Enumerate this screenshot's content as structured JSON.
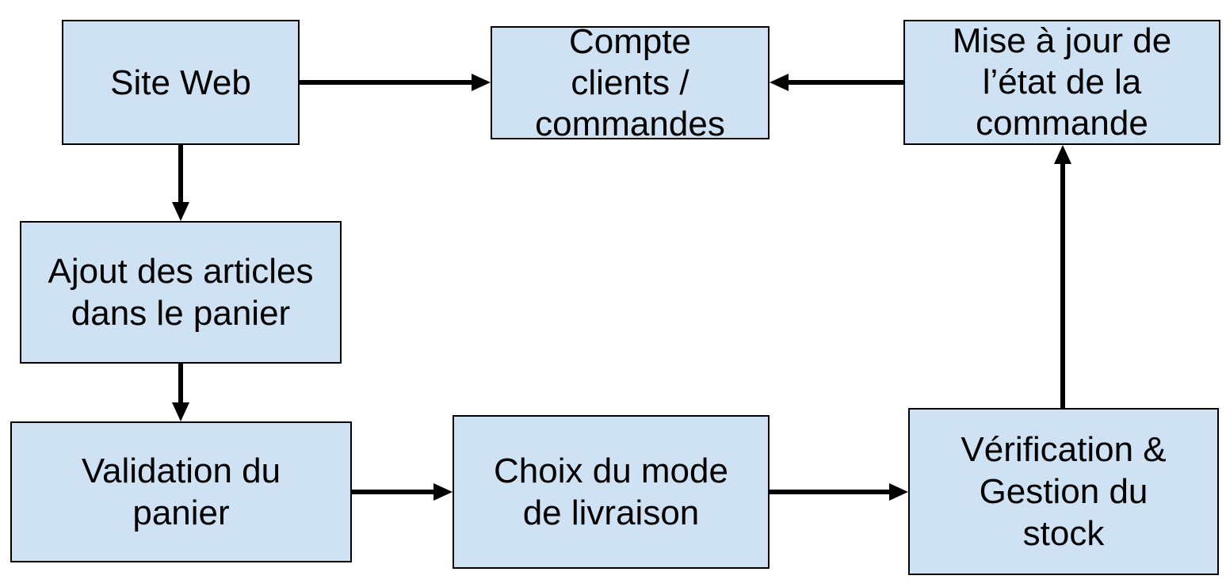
{
  "colors": {
    "box_fill": "#cfe2f3",
    "box_border": "#000000",
    "arrow": "#000000",
    "text": "#000000",
    "background": "#ffffff"
  },
  "nodes": {
    "site_web": {
      "label": "Site Web"
    },
    "compte": {
      "label": "Compte\nclients /\ncommandes"
    },
    "mise_a_jour": {
      "label": "Mise à jour de\nl’état de la\ncommande"
    },
    "ajout": {
      "label": "Ajout des articles\ndans le panier"
    },
    "validation": {
      "label": "Validation du\npanier"
    },
    "choix": {
      "label": "Choix du mode\nde livraison"
    },
    "verification": {
      "label": "Vérification &\nGestion du\nstock"
    }
  },
  "edges": [
    {
      "from": "site_web",
      "to": "compte"
    },
    {
      "from": "mise_a_jour",
      "to": "compte"
    },
    {
      "from": "site_web",
      "to": "ajout"
    },
    {
      "from": "ajout",
      "to": "validation"
    },
    {
      "from": "validation",
      "to": "choix"
    },
    {
      "from": "choix",
      "to": "verification"
    },
    {
      "from": "verification",
      "to": "mise_a_jour"
    }
  ]
}
